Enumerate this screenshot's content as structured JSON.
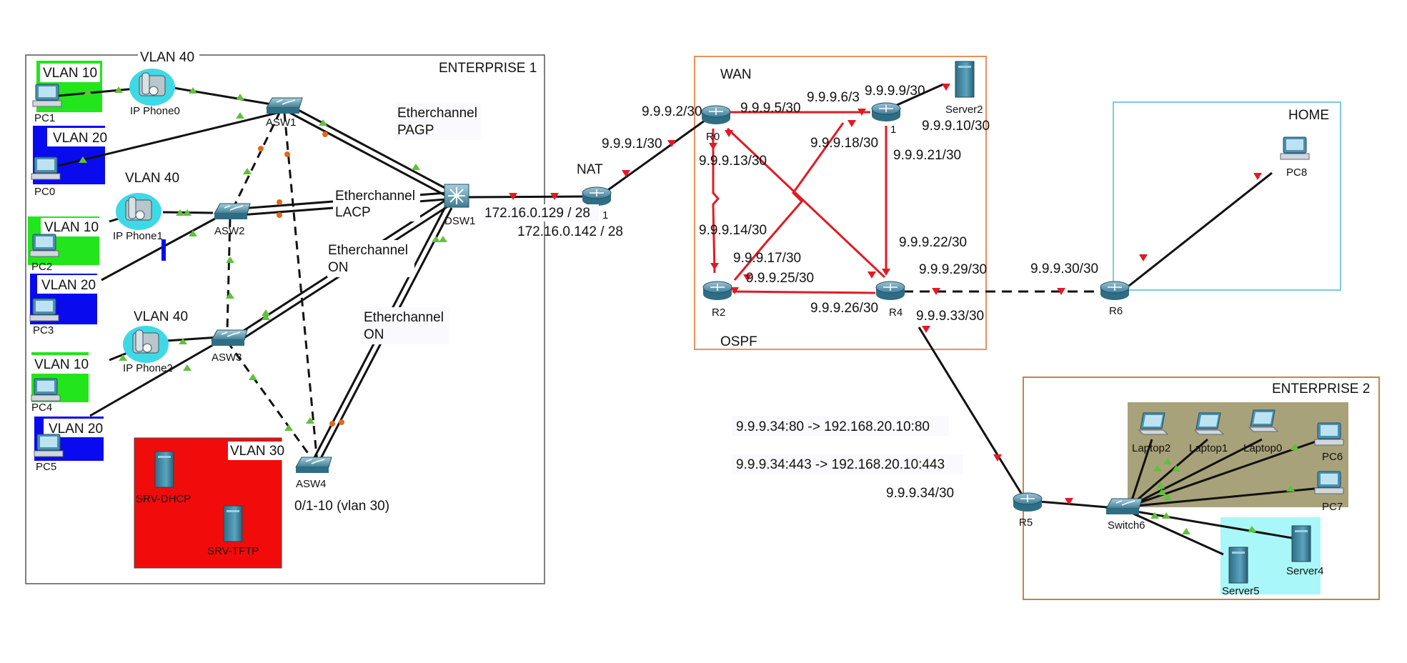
{
  "areas": {
    "enterprise1": "ENTERPRISE 1",
    "wan": "WAN",
    "ospf": "OSPF",
    "home": "HOME",
    "enterprise2": "ENTERPRISE 2",
    "nat": "NAT"
  },
  "vlans": {
    "v10a": "VLAN 10",
    "v40a": "VLAN 40",
    "v20a": "VLAN 20",
    "v40b": "VLAN 40",
    "v10b": "VLAN 10",
    "v20b": "VLAN 20",
    "v40c": "VLAN 40",
    "v10c": "VLAN 10",
    "v20c": "VLAN 20",
    "v30": "VLAN 30"
  },
  "devices": {
    "pc1": "PC1",
    "pc0": "PC0",
    "pc2": "PC2",
    "pc3": "PC3",
    "pc4": "PC4",
    "pc5": "PC5",
    "ipphone0": "IP Phone0",
    "ipphone1": "IP Phone1",
    "ipphone2": "IP Phone2",
    "asw1": "ASW1",
    "asw2": "ASW2",
    "asw3": "ASW3",
    "asw4": "ASW4",
    "dsw1": "DSW1",
    "srv_dhcp": "SRV-DHCP",
    "srv_tftp": "SRV-TFTP",
    "r0": "R0",
    "r1": "1",
    "r2": "R2",
    "r4": "R4",
    "r5": "R5",
    "r6": "R6",
    "r1nat": "1",
    "server2": "Server2",
    "pc8": "PC8",
    "laptop2": "Laptop2",
    "laptop1": "Laptop1",
    "laptop0": "Laptop0",
    "pc6": "PC6",
    "pc7": "PC7",
    "switch6": "Switch6",
    "server4": "Server4",
    "server5": "Server5"
  },
  "links": {
    "ec_pagp_1": "Etherchannel",
    "ec_pagp_2": "PAGP",
    "ec_lacp_1": "Etherchannel",
    "ec_lacp_2": "LACP",
    "ec_on1_1": "Etherchannel",
    "ec_on1_2": "ON",
    "ec_on2_1": "Etherchannel",
    "ec_on2_2": "ON",
    "asw4_ports": "0/1-10 (vlan 30)"
  },
  "ips": {
    "nat_inside_a": "172.16.0.129 / 28",
    "nat_inside_b": "172.16.0.142 / 28",
    "ip_991": "9.9.9.1/30",
    "ip_992": "9.9.9.2/30",
    "ip_995": "9.9.9.5/30",
    "ip_996": "9.9.9.6/3",
    "ip_999": "9.9.9.9/30",
    "ip_9910": "9.9.9.10/30",
    "ip_9913": "9.9.9.13/30",
    "ip_9918": "9.9.9.18/30",
    "ip_9921": "9.9.9.21/30",
    "ip_9914": "9.9.9.14/30",
    "ip_9917": "9.9.9.17/30",
    "ip_9925": "9.9.9.25/30",
    "ip_9926": "9.9.9.26/30",
    "ip_9922": "9.9.9.22/30",
    "ip_9929": "9.9.9.29/30",
    "ip_9930": "9.9.9.30/30",
    "ip_9933": "9.9.9.33/30",
    "ip_9934": "9.9.9.34/30"
  },
  "port_forwards": {
    "pf80": "9.9.9.34:80 -> 192.168.20.10:80",
    "pf443": "9.9.9.34:443 -> 192.168.20.10:443"
  },
  "colors": {
    "vlan10": "#22e51c",
    "vlan20": "#0a0aee",
    "vlan30": "#f20b0b",
    "phone_halo": "#3fd9e6",
    "wan_box": "#e8915b",
    "home_box": "#7cc8ec",
    "ent2_box": "#c0864a",
    "olive": "#a8a27a",
    "cyan_zone": "#a9f7f9",
    "ospf_link": "#e01b24",
    "link_up": "#5fc13c",
    "link_port": "#e06a1a"
  }
}
